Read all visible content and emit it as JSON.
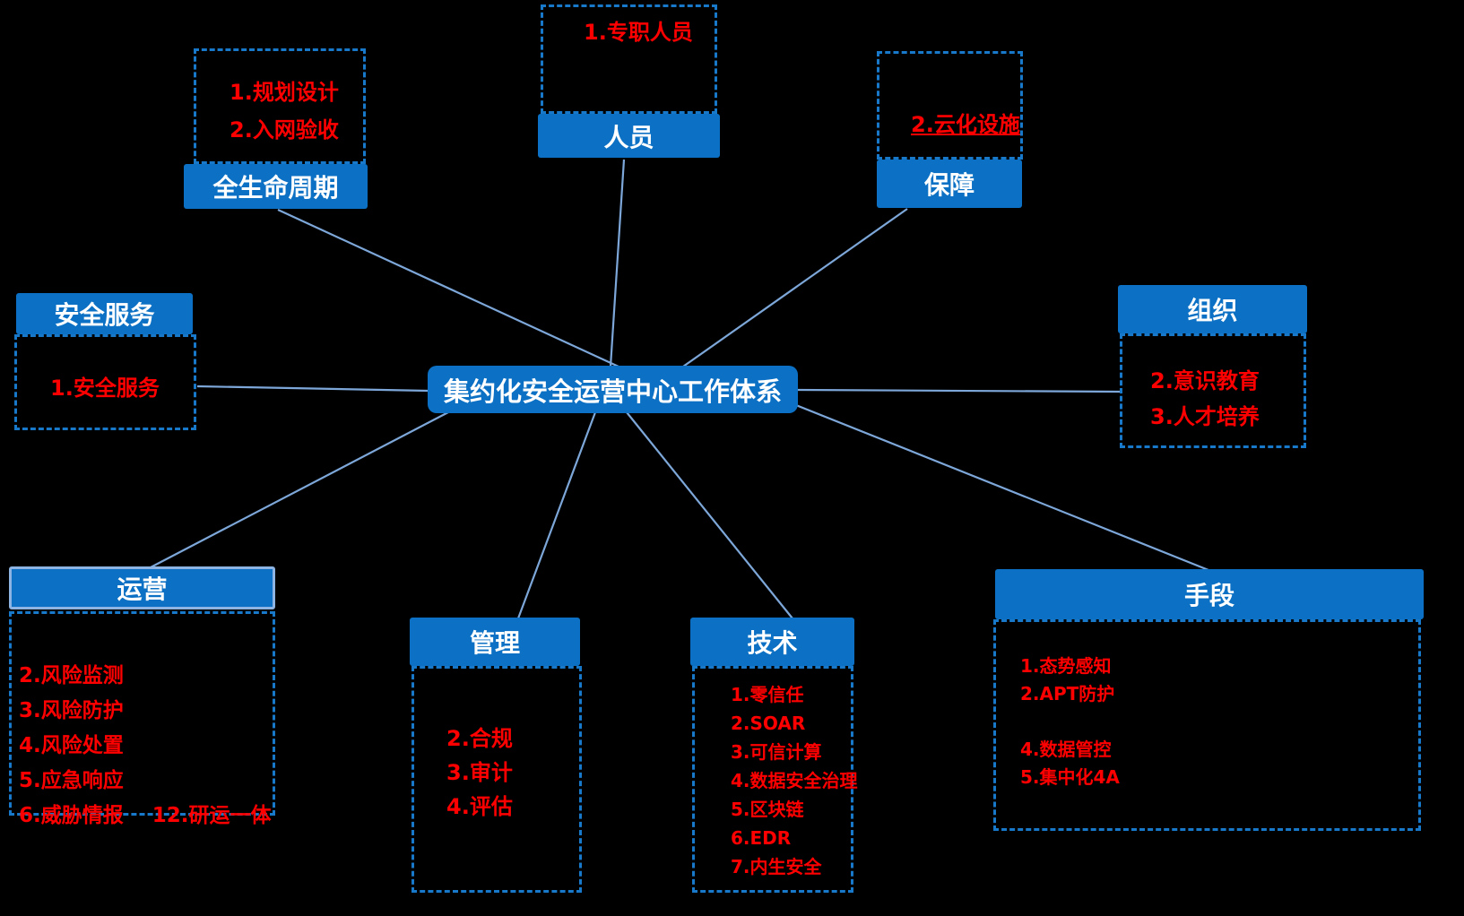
{
  "title": "集约化安全运营中心工作体系",
  "colors": {
    "header_blue": "#0C71C4",
    "dash_blue": "#1878C9",
    "line_blue": "#7DA7D9",
    "item_red": "#FF0000",
    "header_text": "#FFFFFF",
    "background": "#000000",
    "operations_border": "#8DB4E2"
  },
  "boxes": {
    "lifecycle": {
      "title": "全生命周期",
      "items": [
        "1.规划设计",
        "2.入网验收"
      ]
    },
    "personnel": {
      "title": "人员",
      "items": [
        "1.专职人员"
      ]
    },
    "support": {
      "title": "保障",
      "items": [
        "2.云化设施"
      ]
    },
    "security_service": {
      "title": "安全服务",
      "items": [
        "1.安全服务"
      ]
    },
    "organization": {
      "title": "组织",
      "items": [
        "2.意识教育",
        "3.人才培养"
      ]
    },
    "operations": {
      "title": "运营",
      "items": [
        "2.风险监测",
        "3.风险防护",
        "4.风险处置",
        "5.应急响应",
        "6.威胁情报"
      ],
      "side_item": "12.研运一体"
    },
    "management": {
      "title": "管理",
      "items": [
        "2.合规",
        "3.审计",
        "4.评估"
      ]
    },
    "technology": {
      "title": "技术",
      "items": [
        "1.零信任",
        "2.SOAR",
        "3.可信计算",
        "4.数据安全治理",
        "5.区块链",
        "6.EDR",
        "7.内生安全"
      ]
    },
    "means": {
      "title": "手段",
      "items": [
        "1.态势感知",
        "2.APT防护",
        "4.数据管控",
        "5.集中化4A"
      ]
    }
  }
}
